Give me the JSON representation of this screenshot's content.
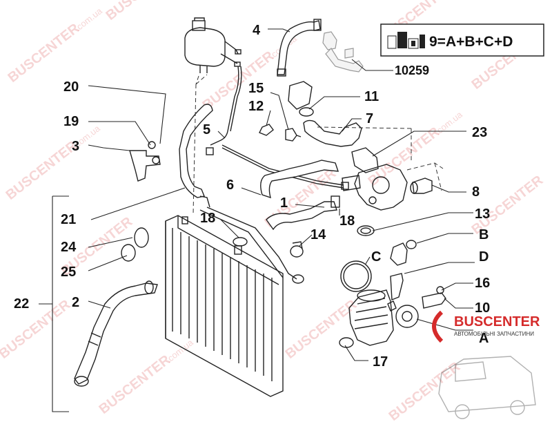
{
  "watermark": {
    "brand": "BUSCENTER",
    "domain": ".com.ua"
  },
  "logo": {
    "name": "BUSCENTER",
    "tagline": "АВТОМОБІЛЬНІ ЗАПЧАСТИНИ"
  },
  "kit_formula": "9=A+B+C+D",
  "callouts": {
    "c1": "1",
    "c2": "2",
    "c3": "3",
    "c4": "4",
    "c5": "5",
    "c6": "6",
    "c7": "7",
    "c8": "8",
    "c10": "10",
    "c11": "11",
    "c12": "12",
    "c13": "13",
    "c14": "14",
    "c15": "15",
    "c16": "16",
    "c17": "17",
    "c18a": "18",
    "c18b": "18",
    "c19": "19",
    "c20": "20",
    "c21": "21",
    "c22": "22",
    "c23": "23",
    "c24": "24",
    "c25": "25",
    "cA": "A",
    "cB": "B",
    "cC": "C",
    "cD": "D",
    "c10259": "10259"
  }
}
